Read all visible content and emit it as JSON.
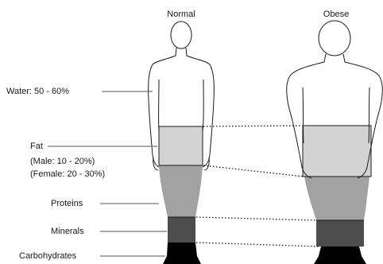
{
  "figures": {
    "normal": {
      "title": "Normal"
    },
    "obese": {
      "title": "Obese"
    }
  },
  "components": {
    "water": "Water: 50 - 60%",
    "fat": {
      "name": "Fat",
      "male": "(Male: 10 - 20%)",
      "female": "(Female: 20 - 30%)"
    },
    "proteins": "Proteins",
    "minerals": "Minerals",
    "carbohydrates": "Carbohydrates"
  },
  "colors": {
    "outline": "#1a1a1a",
    "fat_band": "#d3d3d3",
    "protein_band": "#a2a2a2",
    "mineral_band": "#4d4d4d",
    "carb_band": "#000000"
  }
}
